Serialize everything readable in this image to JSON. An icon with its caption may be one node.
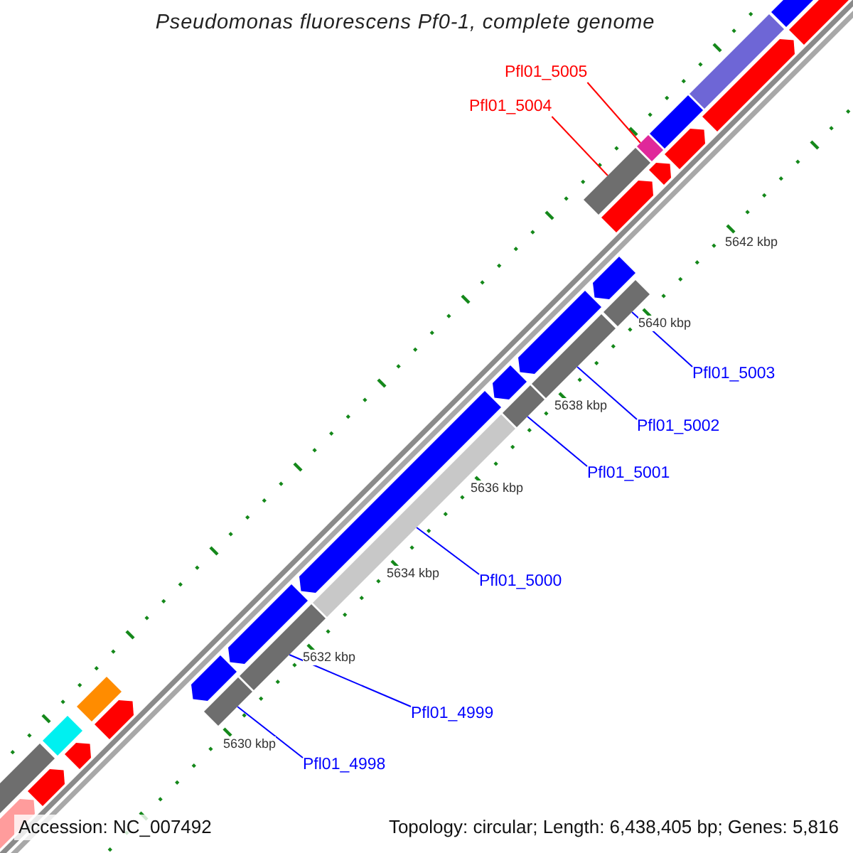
{
  "diagram": {
    "title": "Pseudomonas fluorescens Pf0-1, complete genome",
    "nodes": [
      {
        "text": [
          "Pfl01_5005"
        ]
      },
      {
        "text": [
          "Pfl01_5004"
        ]
      },
      {
        "text": [
          "Pfl01_5003"
        ]
      },
      {
        "text": [
          "Pfl01_5002"
        ]
      },
      {
        "text": [
          "Pfl01_5001"
        ]
      },
      {
        "text": [
          "Pfl01_5000"
        ]
      },
      {
        "text": [
          "Pfl01_4999"
        ]
      },
      {
        "text": [
          "Pfl01_4998"
        ]
      },
      {
        "text": [],
        "shape": "bar"
      },
      {
        "text": [],
        "shape": "bar"
      },
      {
        "text": [],
        "shape": "bar"
      },
      {
        "text": [],
        "shape": "bar"
      },
      {
        "text": [],
        "shape": "bar"
      },
      {
        "text": [],
        "shape": "bar"
      },
      {
        "text": [],
        "shape": "bar"
      },
      {
        "text": [],
        "shape": "bar"
      }
    ],
    "edges": [
      {
        "from": 0,
        "to": 15,
        "arrow": "none",
        "color": "#ff0000"
      },
      {
        "from": 1,
        "to": 14,
        "arrow": "none",
        "color": "#ff0000"
      },
      {
        "from": 2,
        "to": 13,
        "arrow": "none"
      },
      {
        "from": 3,
        "to": 12,
        "arrow": "none"
      },
      {
        "from": 4,
        "to": 11,
        "arrow": "none"
      },
      {
        "from": 5,
        "to": 10,
        "arrow": "none"
      },
      {
        "from": 6,
        "to": 9,
        "arrow": "none"
      },
      {
        "from": 7,
        "to": 8,
        "arrow": "none"
      }
    ],
    "labels": [
      "5642 kbp",
      "5640 kbp",
      "5638 kbp",
      "5636 kbp",
      "5634 kbp",
      "5632 kbp",
      "5630 kbp",
      "Accession: NC_007492",
      "Topology: circular; Length: 6,438,405 bp; Genes: 5,816"
    ]
  }
}
